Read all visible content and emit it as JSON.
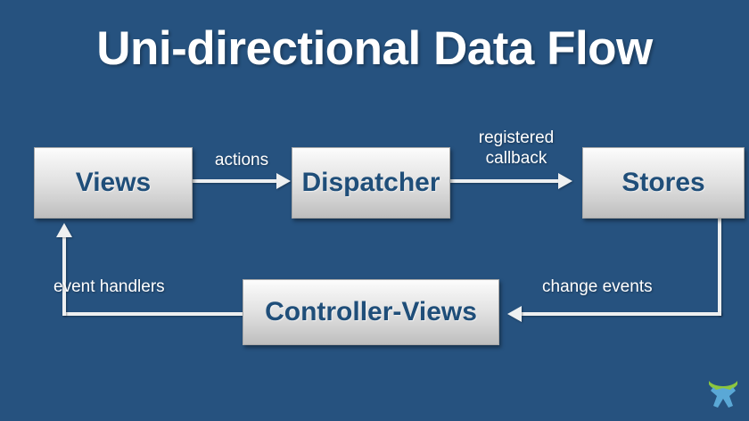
{
  "slide": {
    "title": "Uni-directional Data Flow",
    "background_color": "#26527f",
    "title_color": "#ffffff",
    "node_text_color": "#1f4e79",
    "arrow_color": "#eef0f1"
  },
  "nodes": [
    {
      "id": "views",
      "label": "Views"
    },
    {
      "id": "dispatcher",
      "label": "Dispatcher"
    },
    {
      "id": "stores",
      "label": "Stores"
    },
    {
      "id": "controller",
      "label": "Controller-Views"
    }
  ],
  "edges": [
    {
      "id": "views-to-dispatcher",
      "label": "actions",
      "from": "views",
      "to": "dispatcher"
    },
    {
      "id": "dispatcher-to-stores",
      "label": "registered\ncallback",
      "from": "dispatcher",
      "to": "stores"
    },
    {
      "id": "stores-to-controller",
      "label": "change events",
      "from": "stores",
      "to": "controller"
    },
    {
      "id": "controller-to-views",
      "label": "event handlers",
      "from": "controller",
      "to": "views"
    }
  ],
  "logo": {
    "name": "person-arc-logo",
    "arc_color": "#8cc63e",
    "figure_color": "#5aa8d6"
  }
}
